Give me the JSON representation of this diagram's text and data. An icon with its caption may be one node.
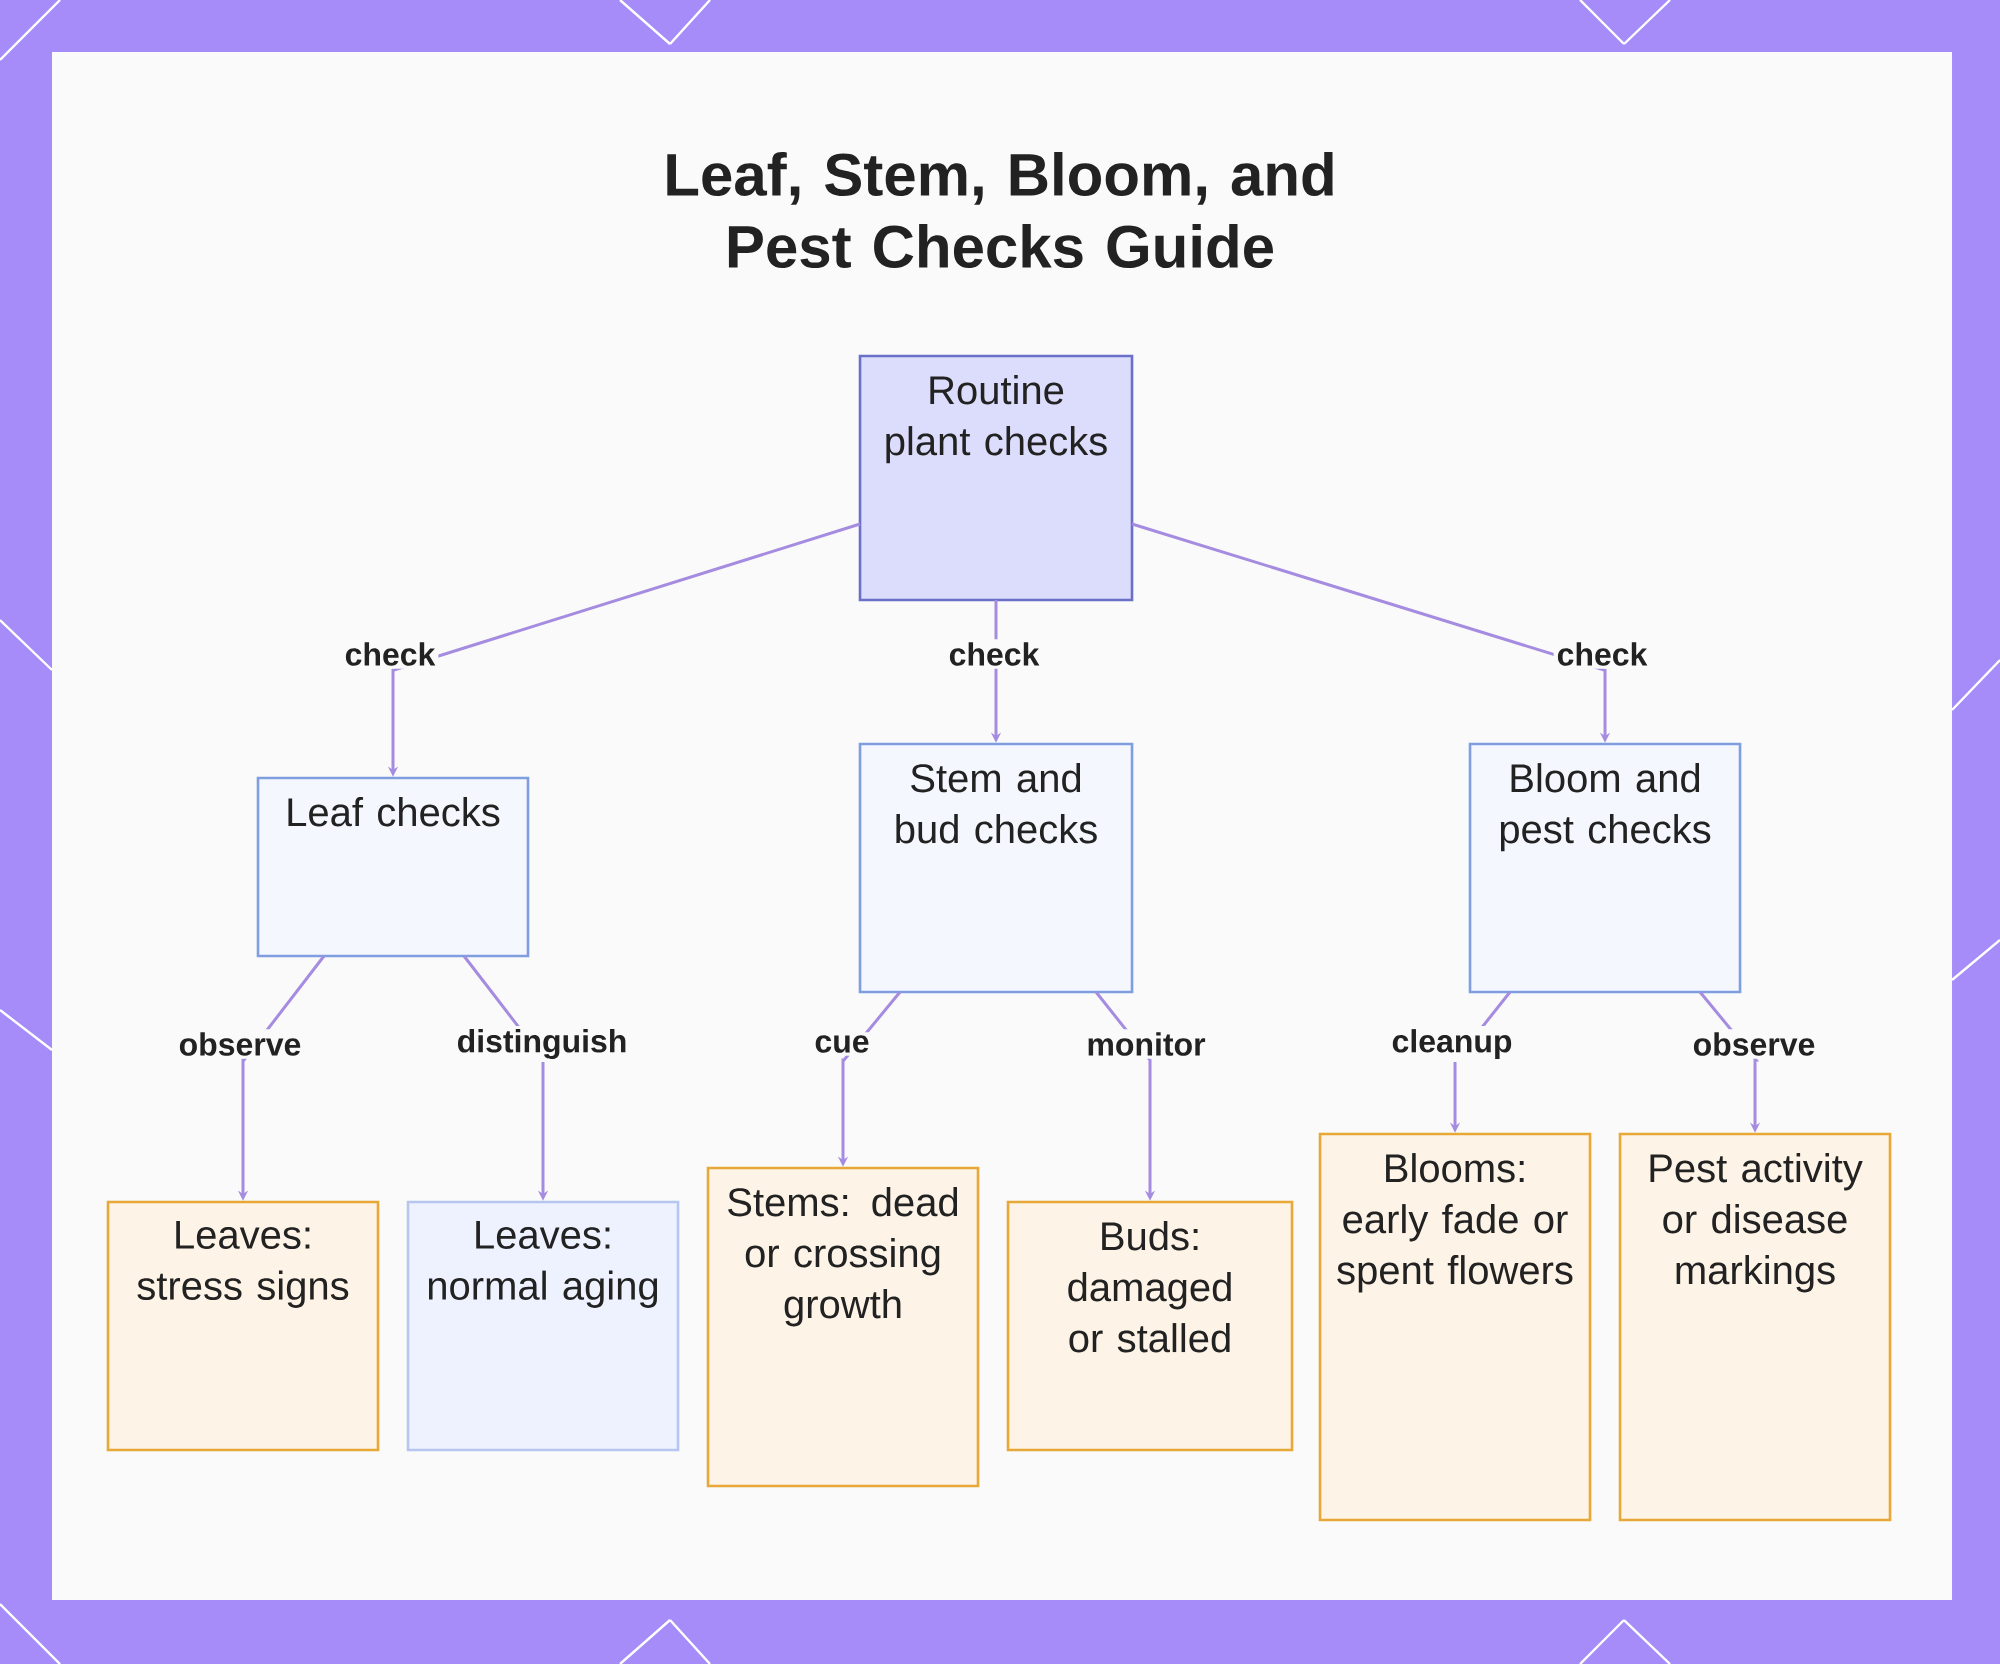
{
  "diagram": {
    "title": "Leaf, Stem, Bloom, and Pest Checks Guide",
    "nodes": [
      {
        "text": [
          "Routine plant checks"
        ]
      },
      {
        "text": [
          "Leaf checks"
        ]
      },
      {
        "text": [
          "Stem and bud checks"
        ]
      },
      {
        "text": [
          "Bloom and pest checks"
        ]
      },
      {
        "text": [
          "Leaves: stress signs"
        ]
      },
      {
        "text": [
          "Leaves: normal aging"
        ]
      },
      {
        "text": [
          "Stems: dead or crossing growth"
        ]
      },
      {
        "text": [
          "Buds: damaged or stalled"
        ]
      },
      {
        "text": [
          "Blooms: early fade or spent flowers"
        ]
      },
      {
        "text": [
          "Pest activity or disease markings"
        ]
      }
    ],
    "edges": [
      {
        "from": 0,
        "to": 1,
        "arrow": "to",
        "label": "check"
      },
      {
        "from": 0,
        "to": 2,
        "arrow": "to",
        "label": "check"
      },
      {
        "from": 0,
        "to": 3,
        "arrow": "to",
        "label": "check"
      },
      {
        "from": 1,
        "to": 4,
        "arrow": "to",
        "label": "observe"
      },
      {
        "from": 1,
        "to": 5,
        "arrow": "to",
        "label": "distinguish"
      },
      {
        "from": 2,
        "to": 6,
        "arrow": "to",
        "label": "cue"
      },
      {
        "from": 2,
        "to": 7,
        "arrow": "to",
        "label": "monitor"
      },
      {
        "from": 3,
        "to": 8,
        "arrow": "to",
        "label": "cleanup"
      },
      {
        "from": 3,
        "to": 9,
        "arrow": "to",
        "label": "observe"
      }
    ]
  }
}
